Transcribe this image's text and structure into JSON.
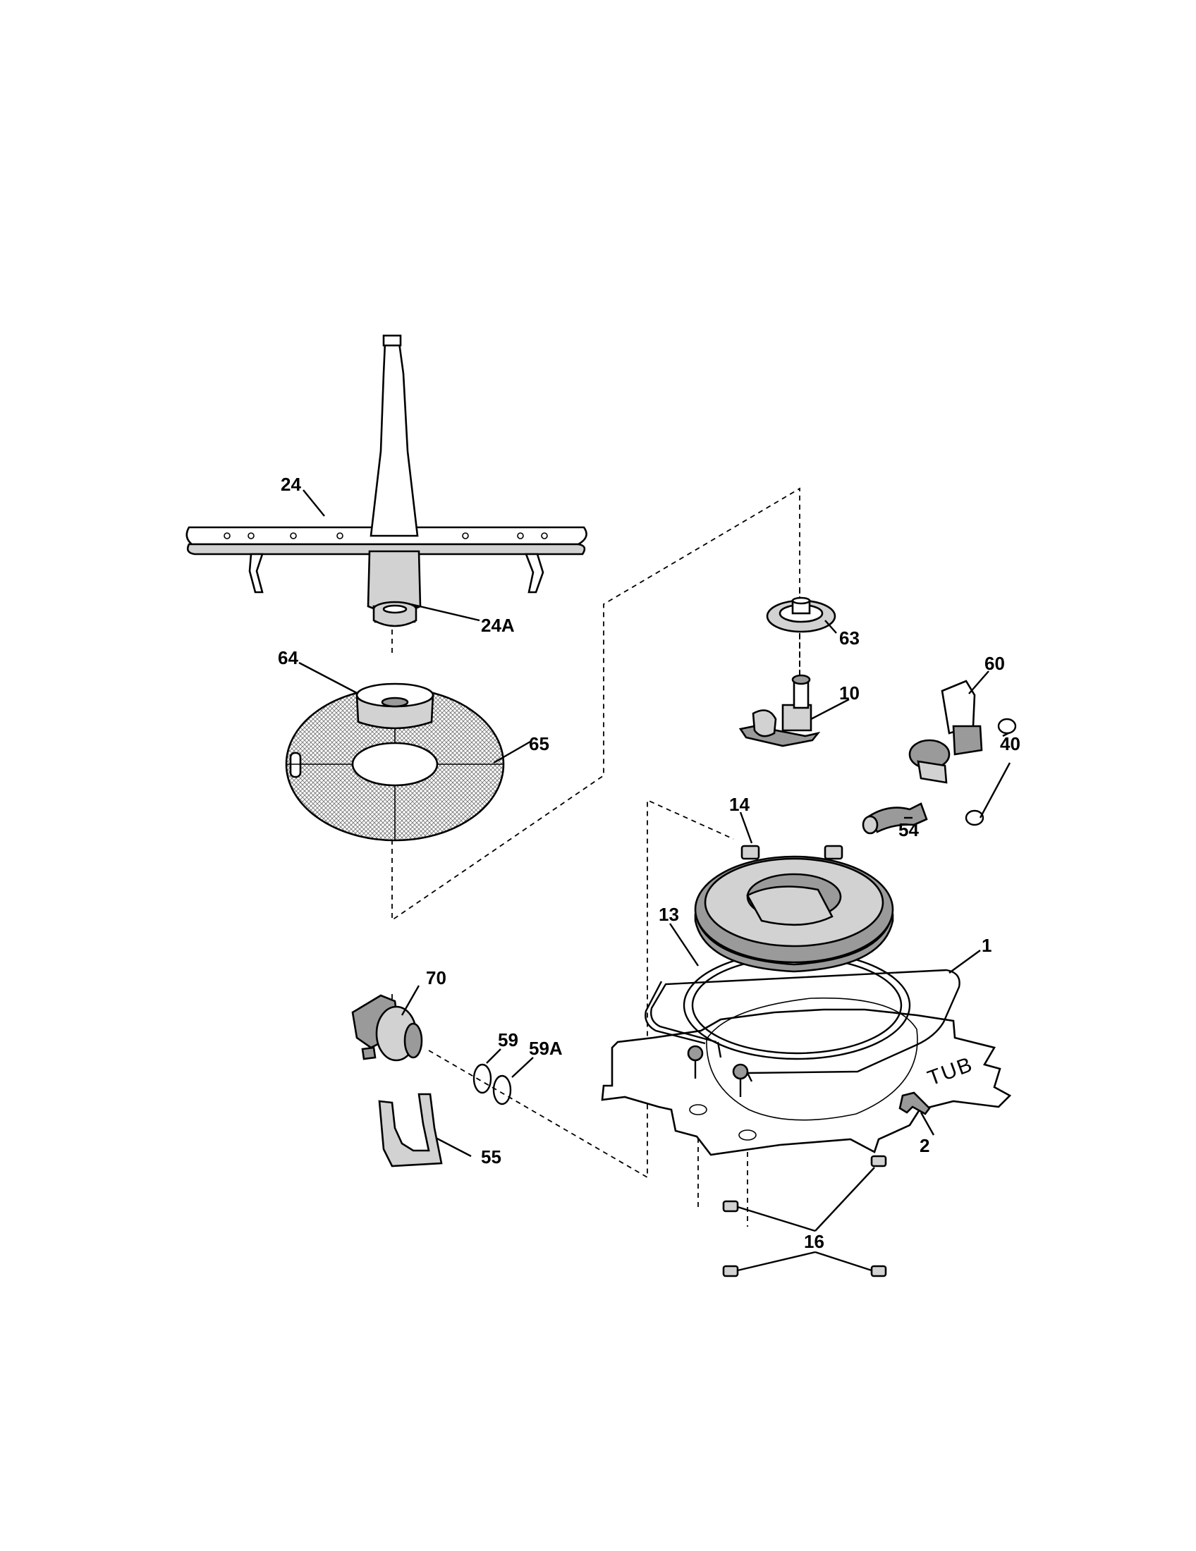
{
  "tub_label": "TUB",
  "callouts": [
    {
      "id": "24",
      "text": "24"
    },
    {
      "id": "24A",
      "text": "24A"
    },
    {
      "id": "64",
      "text": "64"
    },
    {
      "id": "65",
      "text": "65"
    },
    {
      "id": "63",
      "text": "63"
    },
    {
      "id": "10",
      "text": "10"
    },
    {
      "id": "60",
      "text": "60"
    },
    {
      "id": "40",
      "text": "40"
    },
    {
      "id": "54",
      "text": "54"
    },
    {
      "id": "14",
      "text": "14"
    },
    {
      "id": "13",
      "text": "13"
    },
    {
      "id": "1",
      "text": "1"
    },
    {
      "id": "70",
      "text": "70"
    },
    {
      "id": "59",
      "text": "59"
    },
    {
      "id": "59A",
      "text": "59A"
    },
    {
      "id": "55",
      "text": "55"
    },
    {
      "id": "2",
      "text": "2"
    },
    {
      "id": "16",
      "text": "16"
    }
  ]
}
